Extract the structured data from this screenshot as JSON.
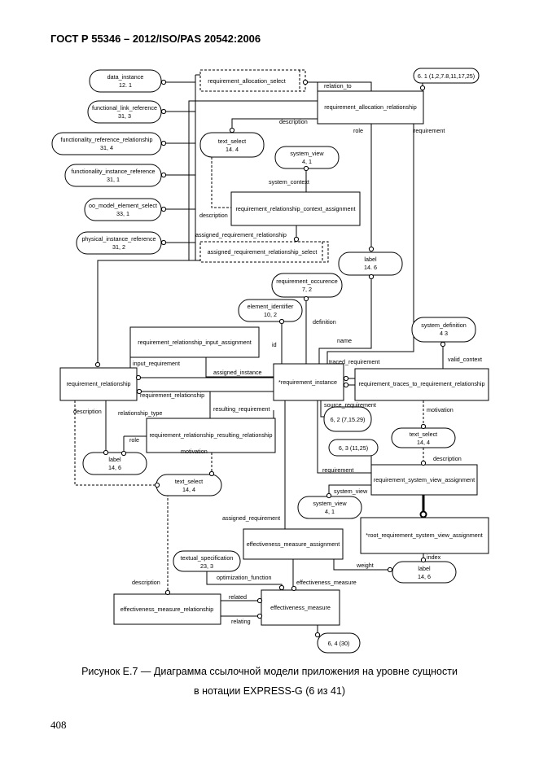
{
  "header": "ГОСТ Р 55346 – 2012/ISO/PAS 20542:2006",
  "caption_line1": "Рисунок Е.7 — Диаграмма ссылочной модели приложения на уровне сущности",
  "caption_line2": "в нотации EXPRESS-G (6 из 41)",
  "page_number": "408",
  "entities": {
    "req_alloc_rel": "requirement_allocation_relationship",
    "req_rel_ctx": "requirement_relationship_context_assignment",
    "req_rel_input": "requirement_relationship_input_assignment",
    "req_rel": "requirement_relationship",
    "req_inst": "*requirement_instance",
    "req_traces": "requirement_traces_to_requirement_relationship",
    "req_rel_result": "requirement_relationship_resulting_relationship",
    "req_sys_view": "requirement_system_view_assignment",
    "root_req": "*root_requirement_system_view_assignment",
    "eff_assign": "effectiveness_measure_assignment",
    "eff_rel": "effectiveness_measure_relationship",
    "eff_measure": "effectiveness_measure"
  },
  "selects": {
    "req_alloc_select": "requirement_allocation_select",
    "assigned_req_select": "assigned_requirement_relationship_select"
  },
  "references": {
    "data_instance": [
      "data_instance",
      "12. 1"
    ],
    "functional_link": [
      "functional_link_reference",
      "31, 3"
    ],
    "functionality_ref": [
      "functionality_reference_relationship",
      "31, 4"
    ],
    "functionality_inst": [
      "functionality_instance_reference",
      "31, 1"
    ],
    "oo_model": [
      "oo_model_element_select",
      "33, 1"
    ],
    "physical_inst": [
      "physical_instance_reference",
      "31, 2"
    ],
    "text_select_1": [
      "text_select",
      "14. 4"
    ],
    "system_view_1": [
      "system_view",
      "4, 1"
    ],
    "label_1": [
      "label",
      "14. 6"
    ],
    "req_occurence": [
      "requirement_occurence",
      "7, 2"
    ],
    "element_identifier": [
      "element_identifier",
      "10, 2"
    ],
    "system_definition": [
      "system_definition",
      "4  3"
    ],
    "text_select_2": [
      "text_select",
      "14, 4"
    ],
    "label_2": [
      "label",
      "14, 6"
    ],
    "text_select_3": [
      "text_select",
      "14, 4"
    ],
    "system_view_2": [
      "system_view",
      "4, 1"
    ],
    "textual_spec": [
      "textual_specification",
      "23, 3"
    ],
    "label_3": [
      "label",
      "14, 6"
    ]
  },
  "page_refs": {
    "p1": "6. 1 (1,2,7.8,11,17,25)",
    "p2": "6, 2 (7,15.29)",
    "p3": "6, 3 (11,25)",
    "p4": "6, 4 (30)"
  },
  "attributes": {
    "relation_to": "relation_to",
    "description_1": "description",
    "role_1": "role",
    "requirement_1": "requirement",
    "system_context": "system_context",
    "description_2": "description",
    "assigned_req_rel": "assigned_requirement_relationship",
    "definition": "definition",
    "id": "id",
    "name": "name",
    "valid_context": "valid_context",
    "traced_requirement": "traced_requirement",
    "input_requirement": "input_requirement",
    "assigned_instance": "assigned_instance",
    "requirement_relationship": "requirement_relationship",
    "description_3": "description",
    "relationship_type": "relationship_type",
    "resulting_requirement": "resulting_requirement",
    "source_requirement": "source_requirement",
    "role_2": "role",
    "motivation_1": "motivation",
    "motivation_2": "motivation",
    "description_4": "description",
    "requirement_2": "requirement",
    "system_view_attr": "system_view",
    "assigned_requirement": "assigned_requirement",
    "index": "index",
    "weight": "weight",
    "description_5": "description",
    "optimization_function": "optimization_function",
    "effectiveness_measure_attr": "effectiveness_measure",
    "related": "related",
    "relating": "relating"
  }
}
